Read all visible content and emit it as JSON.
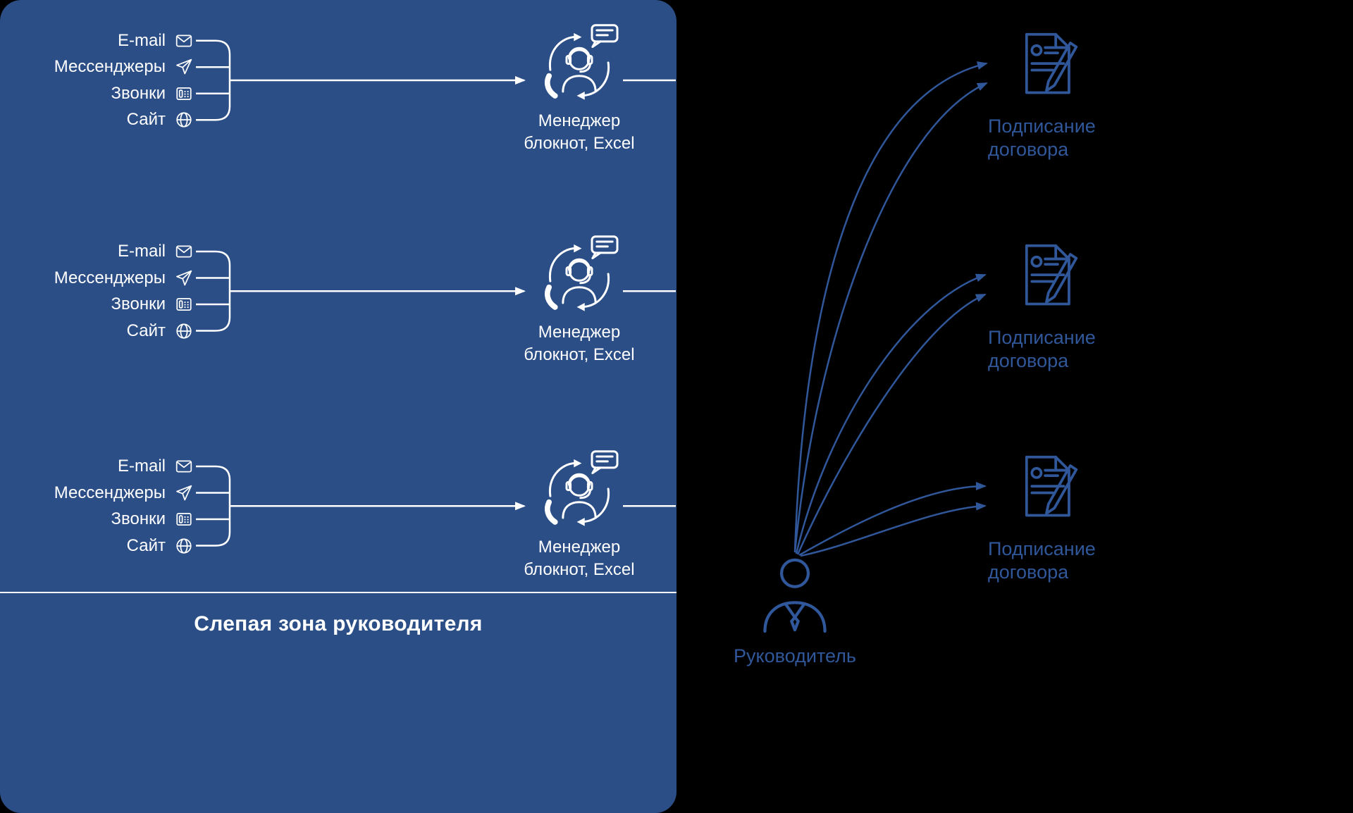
{
  "colors": {
    "background": "#000000",
    "panel_blue": "#2B4E86",
    "accent_blue": "#30579A",
    "white": "#FFFFFF"
  },
  "panel": {
    "blind_zone_title": "Слепая зона руководителя"
  },
  "groups": [
    {
      "channels": [
        {
          "label": "E-mail",
          "icon": "envelope-icon"
        },
        {
          "label": "Мессенджеры",
          "icon": "paper-plane-icon"
        },
        {
          "label": "Звонки",
          "icon": "phone-icon"
        },
        {
          "label": "Сайт",
          "icon": "globe-icon"
        }
      ],
      "manager": {
        "title": "Менеджер",
        "subtitle": "блокнот, Excel"
      }
    },
    {
      "channels": [
        {
          "label": "E-mail",
          "icon": "envelope-icon"
        },
        {
          "label": "Мессенджеры",
          "icon": "paper-plane-icon"
        },
        {
          "label": "Звонки",
          "icon": "phone-icon"
        },
        {
          "label": "Сайт",
          "icon": "globe-icon"
        }
      ],
      "manager": {
        "title": "Менеджер",
        "subtitle": "блокнот, Excel"
      }
    },
    {
      "channels": [
        {
          "label": "E-mail",
          "icon": "envelope-icon"
        },
        {
          "label": "Мессенджеры",
          "icon": "paper-plane-icon"
        },
        {
          "label": "Звонки",
          "icon": "phone-icon"
        },
        {
          "label": "Сайт",
          "icon": "globe-icon"
        }
      ],
      "manager": {
        "title": "Менеджер",
        "subtitle": "блокнот, Excel"
      }
    }
  ],
  "signing": [
    {
      "line1": "Подписание",
      "line2": "договора"
    },
    {
      "line1": "Подписание",
      "line2": "договора"
    },
    {
      "line1": "Подписание",
      "line2": "договора"
    }
  ],
  "head": {
    "label": "Руководитель"
  }
}
